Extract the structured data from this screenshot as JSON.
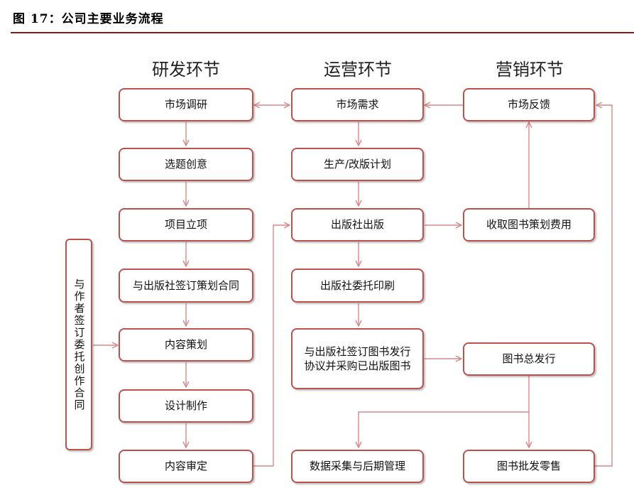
{
  "figure_title": "图 17：公司主要业务流程",
  "columns": {
    "rd": "研发环节",
    "ops": "运营环节",
    "mkt": "营销环节"
  },
  "rd_steps": [
    "市场调研",
    "选题创意",
    "项目立项",
    "与出版社签订策划合同",
    "内容策划",
    "设计制作",
    "内容审定"
  ],
  "ops_steps": [
    "市场需求",
    "生产/改版计划",
    "出版社出版",
    "出版社委托印刷",
    "与出版社签订图书发行\n协议并采购已出版图书",
    "数据采集与后期管理"
  ],
  "mkt_steps": [
    "市场反馈",
    "收取图书策划费用",
    "图书总发行",
    "图书批发零售"
  ],
  "side_box": "与作者签订委托创作合同",
  "colors": {
    "accent": "#c0504d",
    "rule": "#8b1a1a",
    "arrow": "#d9888a"
  }
}
